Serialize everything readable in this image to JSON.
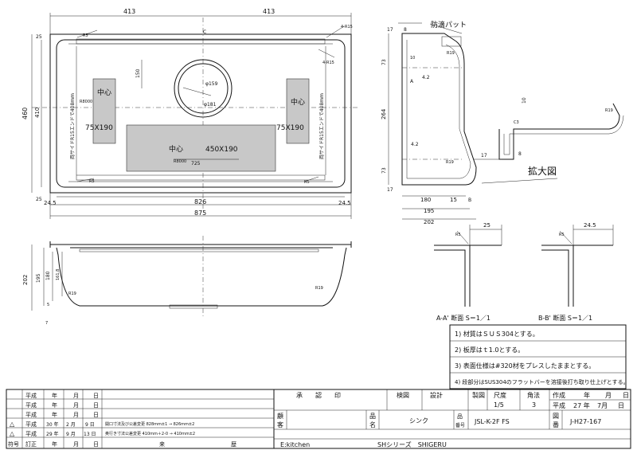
{
  "drawing": {
    "top_view": {
      "dim_413_left": "413",
      "dim_413_right": "413",
      "dim_460": "460",
      "dim_410": "410",
      "dim_25_top": "25",
      "dim_25_bottom": "25",
      "dim_245_left": "24.5",
      "dim_245_right": "24.5",
      "dim_826": "826",
      "dim_875": "875",
      "dim_150": "150",
      "dim_725": "725",
      "r85_tl": "R5",
      "r85_tr": "4-R15",
      "r15_right": "4-R15",
      "r85_bl": "R5",
      "r85_br": "R5",
      "r8000_top": "R8000",
      "r8000_bottom": "R8000",
      "drain_159": "φ159",
      "drain_181": "φ181",
      "center_left": "中心",
      "center_right": "中心",
      "center_mid": "中心",
      "size_left": "75X190",
      "size_right": "75X190",
      "size_mid": "450X190",
      "side_label_left": "両サイドR15エンドで408mm",
      "side_label_right": "両サイドR15エンドで408mm",
      "label_c": "C"
    },
    "section_view": {
      "dim_202": "202",
      "dim_195": "195",
      "dim_180": "180",
      "dim_1618": "161.8",
      "dim_5": "5",
      "dim_7": "7",
      "r19_left": "R19",
      "r19_right": "R19"
    },
    "side_view": {
      "title": "防滴パット",
      "dim_17_top": "17",
      "dim_8": "8",
      "dim_73_top": "73",
      "dim_264": "264",
      "dim_73_bottom": "73",
      "dim_17_bottom": "17",
      "dim_180": "180",
      "dim_15": "15",
      "dim_195": "195",
      "dim_202": "202",
      "dim_42_top": "4.2",
      "dim_42_bottom": "4.2",
      "r19_top": "R19",
      "r19_bottom": "R19",
      "dim_10": "10",
      "label_a": "A",
      "label_b": "B"
    },
    "enlarged": {
      "title": "拡大図",
      "dim_10": "10",
      "dim_17": "17",
      "dim_8": "8",
      "r19": "R19",
      "c3": "C3"
    },
    "section_aa": {
      "title": "A-A' 断面  S＝1／1",
      "dim": "25",
      "r": "R5"
    },
    "section_bb": {
      "title": "B-B' 断面  S＝1／1",
      "dim": "24.5",
      "r": "R5"
    },
    "notes": [
      "1) 材質はＳＵＳ304とする。",
      "2) 板厚はｔ1.0とする。",
      "3) 表面仕様は#320材をプレスしたままとする。",
      "4) 段部分はSUS304のフラットバーを溶接後打ち取り仕上げとする。"
    ]
  },
  "title_block": {
    "revisions": [
      {
        "mark": "",
        "era": "平成",
        "y": "年",
        "m": "月",
        "d": "日",
        "desc": ""
      },
      {
        "mark": "",
        "era": "平成",
        "y": "年",
        "m": "月",
        "d": "日",
        "desc": ""
      },
      {
        "mark": "",
        "era": "平成",
        "y": "年",
        "m": "月",
        "d": "日",
        "desc": ""
      },
      {
        "mark": "△",
        "era": "平成",
        "y": "30 年",
        "m": "2 月",
        "d": "9 日",
        "desc": "開口寸法及び公差変更  828mm±1 → 826mm±2"
      },
      {
        "mark": "△",
        "era": "平成",
        "y": "29 年",
        "m": "9 月",
        "d": "13 日",
        "desc": "奥行き寸法公差変更  410mm＋2-0 → 410mm±2"
      }
    ],
    "footer_mark": "符号",
    "footer_label": "訂正",
    "footer_y": "年",
    "footer_m": "月",
    "footer_d": "日",
    "footer_come": "来",
    "footer_history": "歴",
    "approve": "承　　認　　印",
    "inspect": "検図",
    "design": "設計",
    "draft": "製図",
    "scale_label": "尺度",
    "scale_value": "1/5",
    "angle_label": "角法",
    "angle_value": "3",
    "created_label": "作成",
    "created_y": "年",
    "created_m": "月",
    "created_d": "日",
    "created_era": "平成",
    "created_value_y": "27 年",
    "created_value_m": "7月",
    "created_value_d": "日",
    "client_label_1": "顧",
    "client_label_2": "客",
    "client_value": "E:kitchen",
    "name_label_1": "品",
    "name_label_2": "名",
    "name_value": "シンク",
    "series_value": "SHシリーズ　SHIGERU",
    "part_label_1": "品",
    "part_label_2": "番号",
    "part_value": "JSL-K-2F FS",
    "fig_label_1": "図",
    "fig_label_2": "番",
    "fig_value": "J-H27-167"
  }
}
